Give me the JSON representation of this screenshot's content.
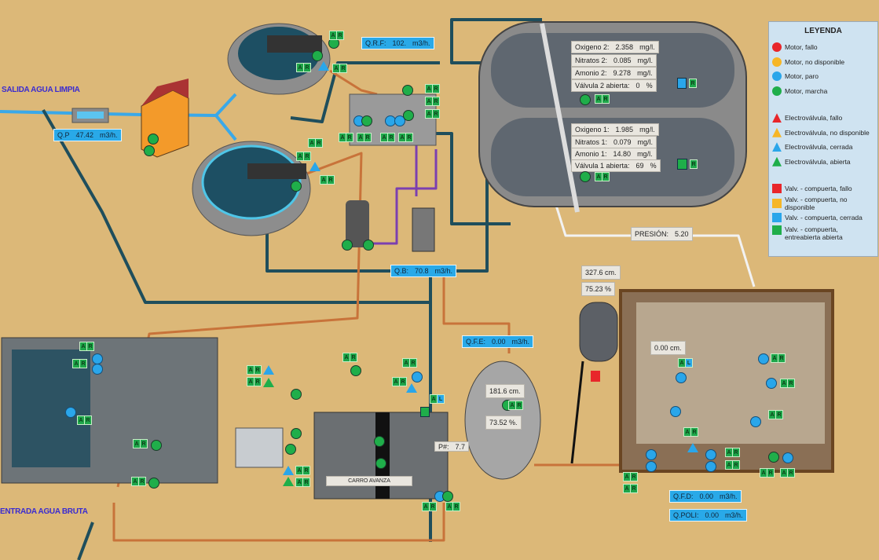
{
  "titles": {
    "outlet": "SALIDA AGUA LIMPIA",
    "inlet": "ENTRADA AGUA BRUTA"
  },
  "flows": {
    "qp": {
      "name": "Q.P",
      "value": "47.42",
      "unit": "m3/h."
    },
    "qrf": {
      "name": "Q.R.F:",
      "value": "102.",
      "unit": "m3/h."
    },
    "qb": {
      "name": "Q.B:",
      "value": "70.8",
      "unit": "m3/h."
    },
    "qfe": {
      "name": "Q.F.E:",
      "value": "0.00",
      "unit": "m3/h."
    },
    "qfd": {
      "name": "Q.F.D:",
      "value": "0.00",
      "unit": "m3/h."
    },
    "qpoli": {
      "name": "Q.POLI:",
      "value": "0.00",
      "unit": "m3/h."
    }
  },
  "reactor": {
    "line2": {
      "oxygen": {
        "name": "Oxigeno 2:",
        "value": "2.358",
        "unit": "mg/l."
      },
      "nitrates": {
        "name": "Nitratos 2:",
        "value": "0.085",
        "unit": "mg/l."
      },
      "ammonium": {
        "name": "Amonio 2:",
        "value": "9.278",
        "unit": "mg/l."
      },
      "valve": {
        "name": "Válvula 2 abierta:",
        "value": "0",
        "unit": "%"
      }
    },
    "line1": {
      "oxygen": {
        "name": "Oxigeno 1:",
        "value": "1.985",
        "unit": "mg/l."
      },
      "nitrates": {
        "name": "Nitratos 1:",
        "value": "0.079",
        "unit": "mg/l."
      },
      "ammonium": {
        "name": "Amonio 1:",
        "value": "14.80",
        "unit": "mg/l."
      },
      "valve": {
        "name": "Válvula 1 abierta:",
        "value": "69",
        "unit": "%"
      }
    }
  },
  "pressure": {
    "name": "PRESIÓN:",
    "value": "5.20"
  },
  "tower": {
    "level": "327.6 cm.",
    "percent": "75.23 %"
  },
  "silo": {
    "level": "181.6 cm.",
    "percent": "73.52 %."
  },
  "building": {
    "level": "0.00 cm."
  },
  "ph": {
    "name": "P#:",
    "value": "7.7"
  },
  "carro": "CARRO AVANZA",
  "badge": {
    "a": "A",
    "r": "R",
    "l": "L"
  },
  "legend": {
    "title": "LEYENDA",
    "motors": [
      {
        "label": "Motor, fallo",
        "color": "#e8262a"
      },
      {
        "label": "Motor, no disponible",
        "color": "#f6b626"
      },
      {
        "label": "Motor, paro",
        "color": "#2aa6ea"
      },
      {
        "label": "Motor, marcha",
        "color": "#1fae4a"
      }
    ],
    "valves": [
      {
        "label": "Electroválvula, fallo",
        "color": "#e8262a"
      },
      {
        "label": "Electroválvula, no disponible",
        "color": "#f6b626"
      },
      {
        "label": "Electroválvula, cerrada",
        "color": "#2aa6ea"
      },
      {
        "label": "Electroválvula, abierta",
        "color": "#1fae4a"
      }
    ],
    "gates": [
      {
        "label": "Valv. - compuerta, fallo",
        "color": "#e8262a"
      },
      {
        "label": "Valv. - compuerta, no disponible",
        "color": "#f6b626"
      },
      {
        "label": "Valv. - compuerta, cerrada",
        "color": "#2aa6ea"
      },
      {
        "label": "Valv. - compuerta, entreabierta abierta",
        "color": "#1fae4a"
      }
    ]
  },
  "colors": {
    "clean_water": "#3aa8e8",
    "process_water": "#1f4e5c",
    "sludge": "#c8733a",
    "reagent": "#7b3fb0",
    "air": "#f2f2f2"
  }
}
